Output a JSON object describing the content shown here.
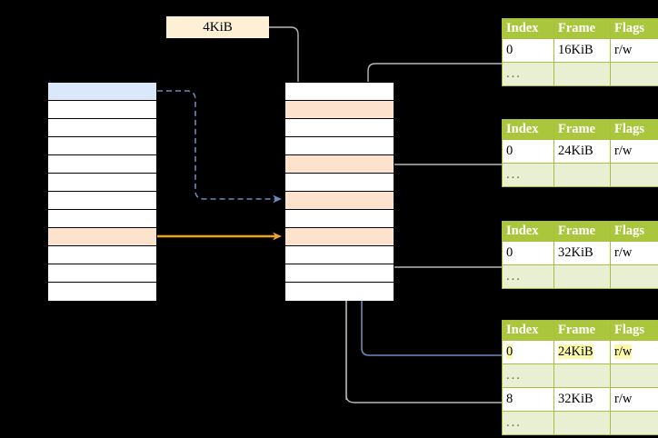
{
  "diagram": {
    "title_label": "4KiB",
    "colors": {
      "background": "#000000",
      "header_green": "#aac63c",
      "ellipsis_row": "#e8efd3",
      "highlight_yellow": "#fbf8a8",
      "row_blue": "#dbe8fb",
      "row_peach": "#fde3cd",
      "arrow_blue": "#6688bb",
      "arrow_orange": "#f0a500",
      "arrow_gray": "#b3b3b3"
    },
    "virtual_column": {
      "name": "virtual-address-space",
      "row_count": 12,
      "rows": [
        {
          "index": 0,
          "fill": "blue"
        },
        {
          "index": 1,
          "fill": "white"
        },
        {
          "index": 2,
          "fill": "white"
        },
        {
          "index": 3,
          "fill": "white"
        },
        {
          "index": 4,
          "fill": "white"
        },
        {
          "index": 5,
          "fill": "white"
        },
        {
          "index": 6,
          "fill": "white"
        },
        {
          "index": 7,
          "fill": "white"
        },
        {
          "index": 8,
          "fill": "peach"
        },
        {
          "index": 9,
          "fill": "white"
        },
        {
          "index": 10,
          "fill": "white"
        },
        {
          "index": 11,
          "fill": "white"
        }
      ]
    },
    "physical_column": {
      "name": "physical-memory",
      "row_count": 12,
      "rows": [
        {
          "index": 0,
          "fill": "white"
        },
        {
          "index": 1,
          "fill": "peach"
        },
        {
          "index": 2,
          "fill": "white"
        },
        {
          "index": 3,
          "fill": "white"
        },
        {
          "index": 4,
          "fill": "peach"
        },
        {
          "index": 5,
          "fill": "white"
        },
        {
          "index": 6,
          "fill": "peach"
        },
        {
          "index": 7,
          "fill": "white"
        },
        {
          "index": 8,
          "fill": "peach"
        },
        {
          "index": 9,
          "fill": "white"
        },
        {
          "index": 10,
          "fill": "white"
        },
        {
          "index": 11,
          "fill": "white"
        }
      ]
    },
    "page_tables": [
      {
        "name": "page-table-1",
        "headers": [
          "Index",
          "Frame",
          "Flags"
        ],
        "rows": [
          {
            "type": "data",
            "cells": [
              "0",
              "16KiB",
              "r/w"
            ],
            "highlight": false
          },
          {
            "type": "ellipsis",
            "cells": [
              "...",
              "",
              ""
            ],
            "highlight": false
          }
        ]
      },
      {
        "name": "page-table-2",
        "headers": [
          "Index",
          "Frame",
          "Flags"
        ],
        "rows": [
          {
            "type": "data",
            "cells": [
              "0",
              "24KiB",
              "r/w"
            ],
            "highlight": false
          },
          {
            "type": "ellipsis",
            "cells": [
              "...",
              "",
              ""
            ],
            "highlight": false
          }
        ]
      },
      {
        "name": "page-table-3",
        "headers": [
          "Index",
          "Frame",
          "Flags"
        ],
        "rows": [
          {
            "type": "data",
            "cells": [
              "0",
              "32KiB",
              "r/w"
            ],
            "highlight": false
          },
          {
            "type": "ellipsis",
            "cells": [
              "...",
              "",
              ""
            ],
            "highlight": false
          }
        ]
      },
      {
        "name": "page-table-4",
        "headers": [
          "Index",
          "Frame",
          "Flags"
        ],
        "rows": [
          {
            "type": "data",
            "cells": [
              "0",
              "24KiB",
              "r/w"
            ],
            "highlight": true
          },
          {
            "type": "ellipsis",
            "cells": [
              "...",
              "",
              ""
            ],
            "highlight": false
          },
          {
            "type": "data",
            "cells": [
              "8",
              "32KiB",
              "r/w"
            ],
            "highlight": false
          },
          {
            "type": "ellipsis",
            "cells": [
              "...",
              "",
              ""
            ],
            "highlight": false
          }
        ]
      }
    ]
  }
}
